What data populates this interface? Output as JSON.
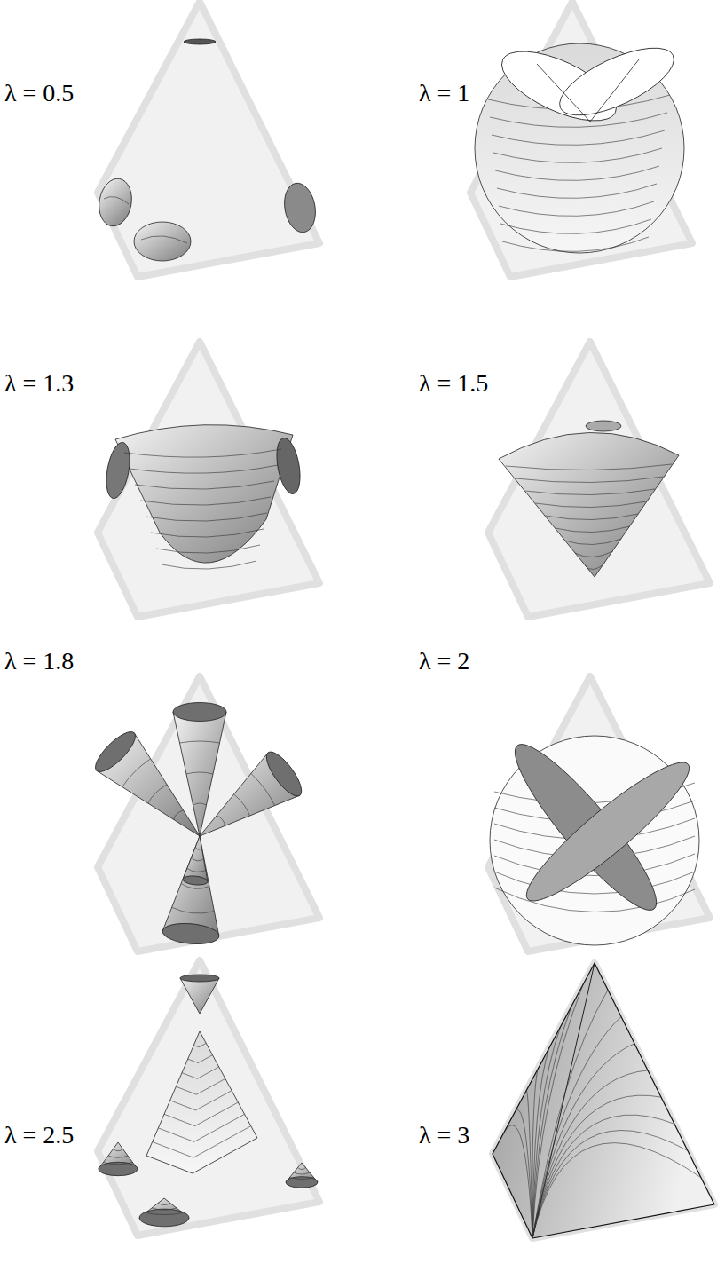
{
  "diagram": {
    "labels": [
      "λ = 0.5",
      "λ = 1",
      "λ = 1.3",
      "λ = 1.5",
      "λ = 1.8",
      "λ = 2",
      "λ = 2.5",
      "λ = 3"
    ]
  }
}
